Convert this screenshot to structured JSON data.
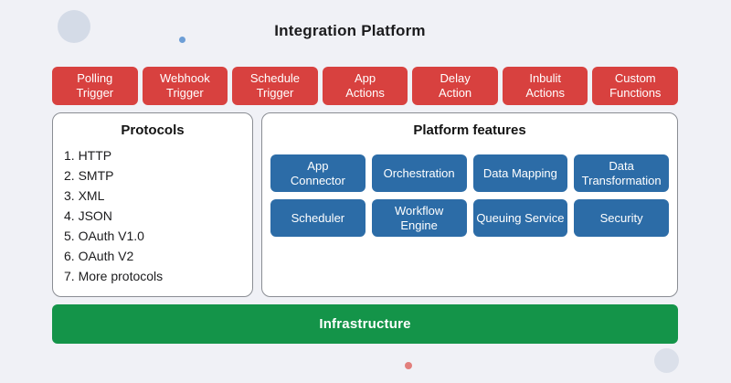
{
  "title": "Integration Platform",
  "colors": {
    "red": "#d8413f",
    "blue": "#2c6ca7",
    "green": "#149449",
    "background": "#f0f1f6",
    "box_border": "#8a8d93",
    "text_dark": "#1a1a1a"
  },
  "trigger_buttons": [
    "Polling\nTrigger",
    "Webhook\nTrigger",
    "Schedule\nTrigger",
    "App\nActions",
    "Delay\nAction",
    "Inbulit\nActions",
    "Custom\nFunctions"
  ],
  "protocols": {
    "title": "Protocols",
    "items": [
      "1. HTTP",
      "2. SMTP",
      "3. XML",
      "4. JSON",
      "5. OAuth V1.0",
      "6. OAuth V2",
      "7. More protocols"
    ]
  },
  "platform_features": {
    "title": "Platform features",
    "items": [
      "App\nConnector",
      "Orchestration",
      "Data Mapping",
      "Data\nTransformation",
      "Scheduler",
      "Workflow\nEngine",
      "Queuing Service",
      "Security"
    ]
  },
  "infrastructure": {
    "label": "Infrastructure"
  }
}
